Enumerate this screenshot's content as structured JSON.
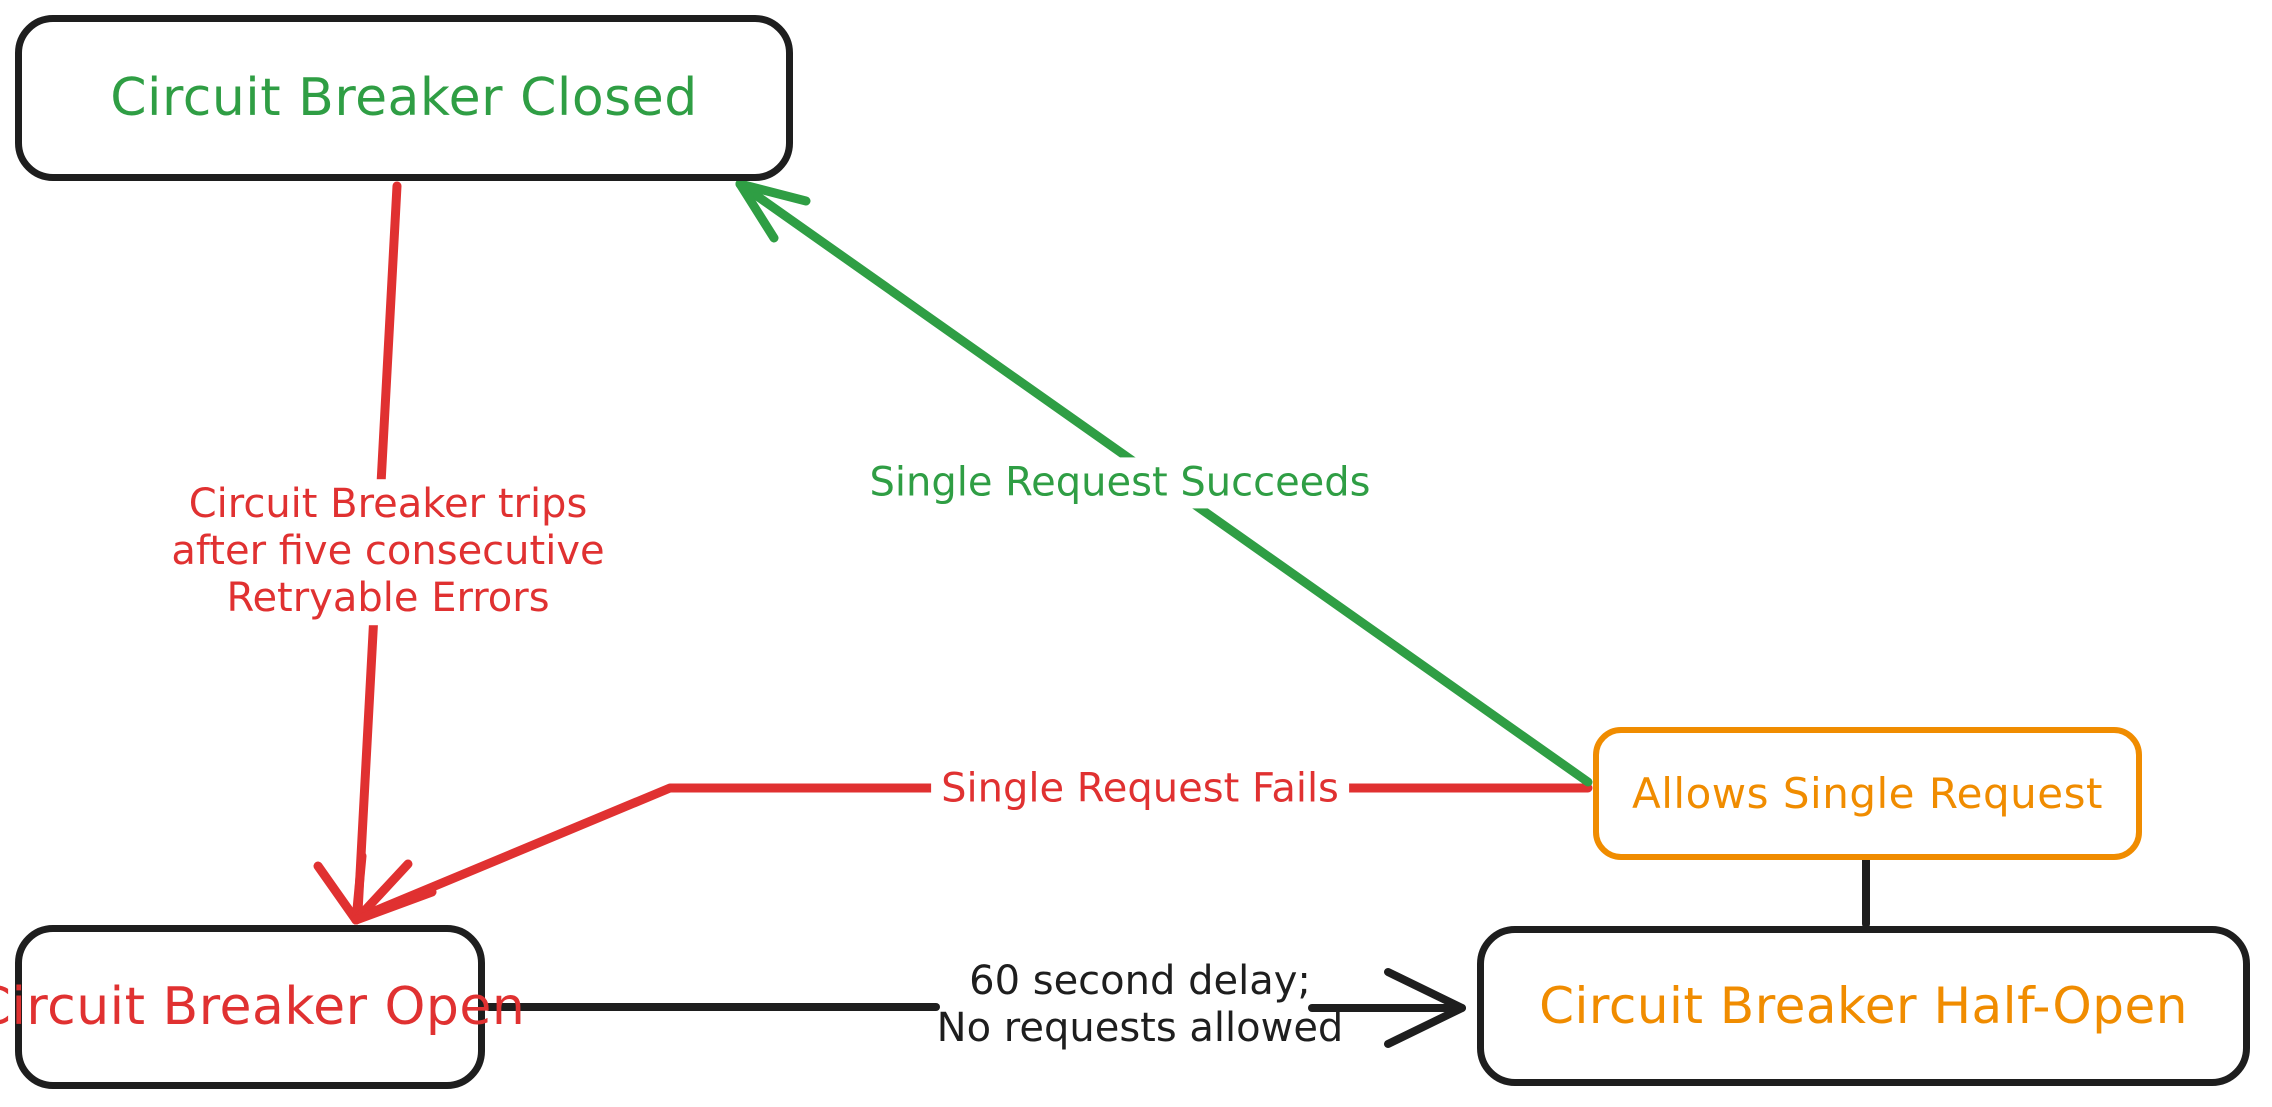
{
  "diagram": {
    "type": "state-diagram",
    "background": "#ffffff",
    "colors": {
      "green": "#2f9e44",
      "red": "#e03131",
      "orange": "#f08c00",
      "black": "#1e1e1e"
    },
    "nodes": [
      {
        "id": "closed",
        "label": "Circuit Breaker Closed",
        "text_color": "#2f9e44",
        "border_color": "#1e1e1e"
      },
      {
        "id": "open",
        "label": "Circuit Breaker Open",
        "text_color": "#e03131",
        "border_color": "#1e1e1e"
      },
      {
        "id": "half_open",
        "label": "Circuit Breaker Half-Open",
        "text_color": "#f08c00",
        "border_color": "#1e1e1e"
      },
      {
        "id": "allows",
        "label": "Allows Single Request",
        "text_color": "#f08c00",
        "border_color": "#f08c00"
      }
    ],
    "edges": [
      {
        "id": "trips",
        "from": "closed",
        "to": "open",
        "color": "#e03131",
        "label": "Circuit Breaker trips after five consecutive Retryable Errors",
        "label_lines": [
          "Circuit Breaker trips",
          "after five consecutive",
          "Retryable Errors"
        ]
      },
      {
        "id": "succeeds",
        "from": "allows",
        "to": "closed",
        "color": "#2f9e44",
        "label": "Single Request Succeeds"
      },
      {
        "id": "fails",
        "from": "allows",
        "to": "open",
        "color": "#e03131",
        "label": "Single Request Fails"
      },
      {
        "id": "delay",
        "from": "open",
        "to": "half_open",
        "color": "#1e1e1e",
        "label": "60 second delay; No requests allowed",
        "label_lines": [
          "60 second delay;",
          "No requests allowed"
        ]
      },
      {
        "id": "allows_connector",
        "from": "allows",
        "to": "half_open",
        "color": "#1e1e1e",
        "label": ""
      }
    ]
  }
}
